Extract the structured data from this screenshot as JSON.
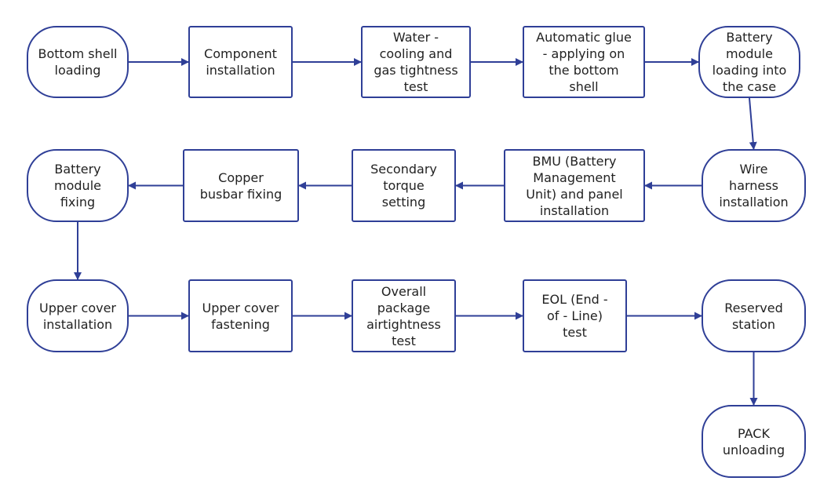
{
  "colors": {
    "stroke": "#2f3f97",
    "text": "#222222",
    "background": "#ffffff"
  },
  "nodes": [
    {
      "id": "n1",
      "shape": "stadium",
      "label": "Bottom shell\nloading"
    },
    {
      "id": "n2",
      "shape": "rect",
      "label": "Component\ninstallation"
    },
    {
      "id": "n3",
      "shape": "rect",
      "label": "Water -\ncooling and\ngas tightness\ntest"
    },
    {
      "id": "n4",
      "shape": "rect",
      "label": "Automatic glue\n- applying on\nthe bottom\nshell"
    },
    {
      "id": "n5",
      "shape": "stadium",
      "label": "Battery\nmodule\nloading into\nthe case"
    },
    {
      "id": "n6",
      "shape": "stadium",
      "label": "Wire\nharness\ninstallation"
    },
    {
      "id": "n7",
      "shape": "rect",
      "label": "BMU (Battery\nManagement\nUnit) and panel\ninstallation"
    },
    {
      "id": "n8",
      "shape": "rect",
      "label": "Secondary\ntorque\nsetting"
    },
    {
      "id": "n9",
      "shape": "rect",
      "label": "Copper\nbusbar fixing"
    },
    {
      "id": "n10",
      "shape": "stadium",
      "label": "Battery\nmodule\nfixing"
    },
    {
      "id": "n11",
      "shape": "stadium",
      "label": "Upper cover\ninstallation"
    },
    {
      "id": "n12",
      "shape": "rect",
      "label": "Upper cover\nfastening"
    },
    {
      "id": "n13",
      "shape": "rect",
      "label": "Overall\npackage\nairtightness\ntest"
    },
    {
      "id": "n14",
      "shape": "rect",
      "label": "EOL (End -\nof - Line)\ntest"
    },
    {
      "id": "n15",
      "shape": "stadium",
      "label": "Reserved\nstation"
    },
    {
      "id": "n16",
      "shape": "stadium",
      "label": "PACK\nunloading"
    }
  ],
  "edges": [
    {
      "from": "n1",
      "to": "n2"
    },
    {
      "from": "n2",
      "to": "n3"
    },
    {
      "from": "n3",
      "to": "n4"
    },
    {
      "from": "n4",
      "to": "n5"
    },
    {
      "from": "n5",
      "to": "n6"
    },
    {
      "from": "n6",
      "to": "n7"
    },
    {
      "from": "n7",
      "to": "n8"
    },
    {
      "from": "n8",
      "to": "n9"
    },
    {
      "from": "n9",
      "to": "n10"
    },
    {
      "from": "n10",
      "to": "n11"
    },
    {
      "from": "n11",
      "to": "n12"
    },
    {
      "from": "n12",
      "to": "n13"
    },
    {
      "from": "n13",
      "to": "n14"
    },
    {
      "from": "n14",
      "to": "n15"
    },
    {
      "from": "n15",
      "to": "n16"
    }
  ]
}
